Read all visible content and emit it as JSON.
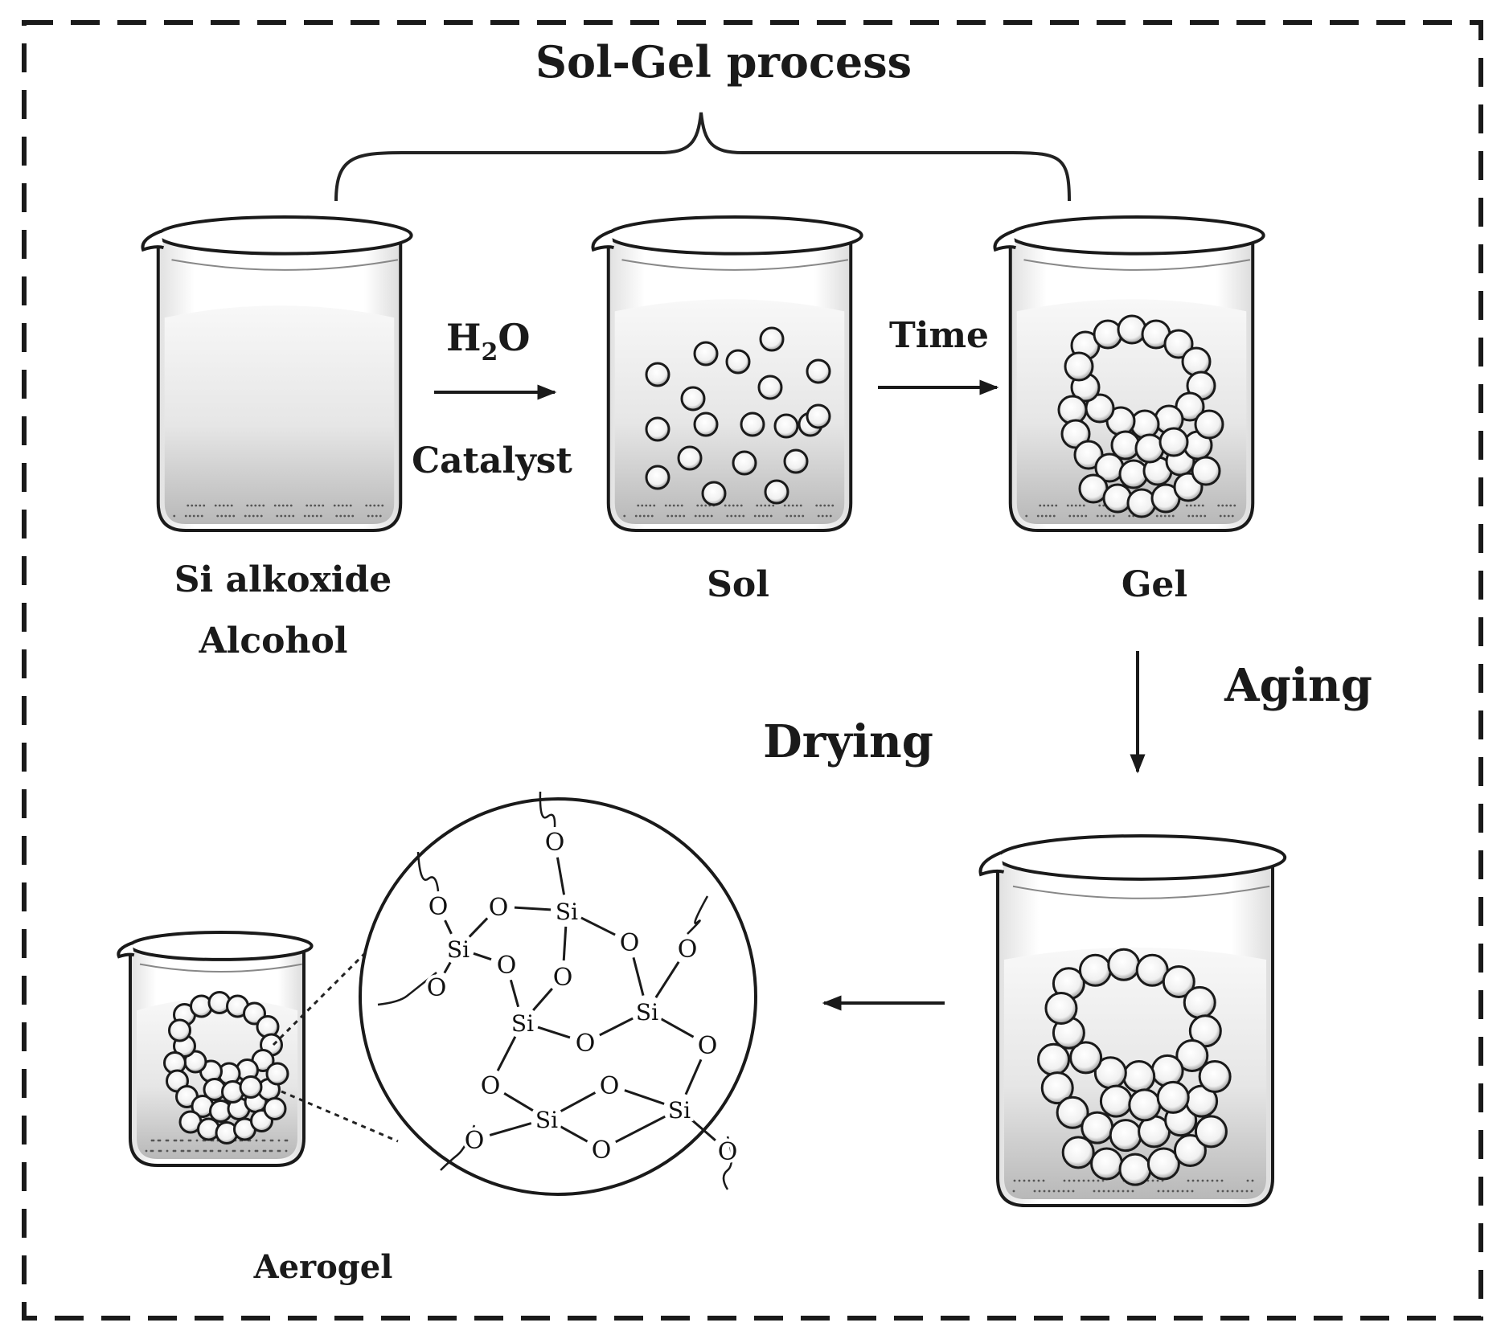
{
  "title": "Sol-Gel process",
  "stages": {
    "precursor_line1": "Si alkoxide",
    "precursor_line2": "Alcohol",
    "sol": "Sol",
    "gel": "Gel",
    "aerogel": "Aerogel"
  },
  "steps": {
    "reagent": "H",
    "reagent_sub": "2",
    "reagent_tail": "O",
    "catalyst": "Catalyst",
    "time": "Time",
    "aging": "Aging",
    "drying": "Drying"
  },
  "network": {
    "silicon": "Si",
    "oxygen": "O"
  },
  "colors": {
    "ink": "#1a1a1a",
    "border": "#1a1a1a",
    "liquid_light": "#f6f6f6",
    "liquid_dark": "#c8c8c8"
  }
}
